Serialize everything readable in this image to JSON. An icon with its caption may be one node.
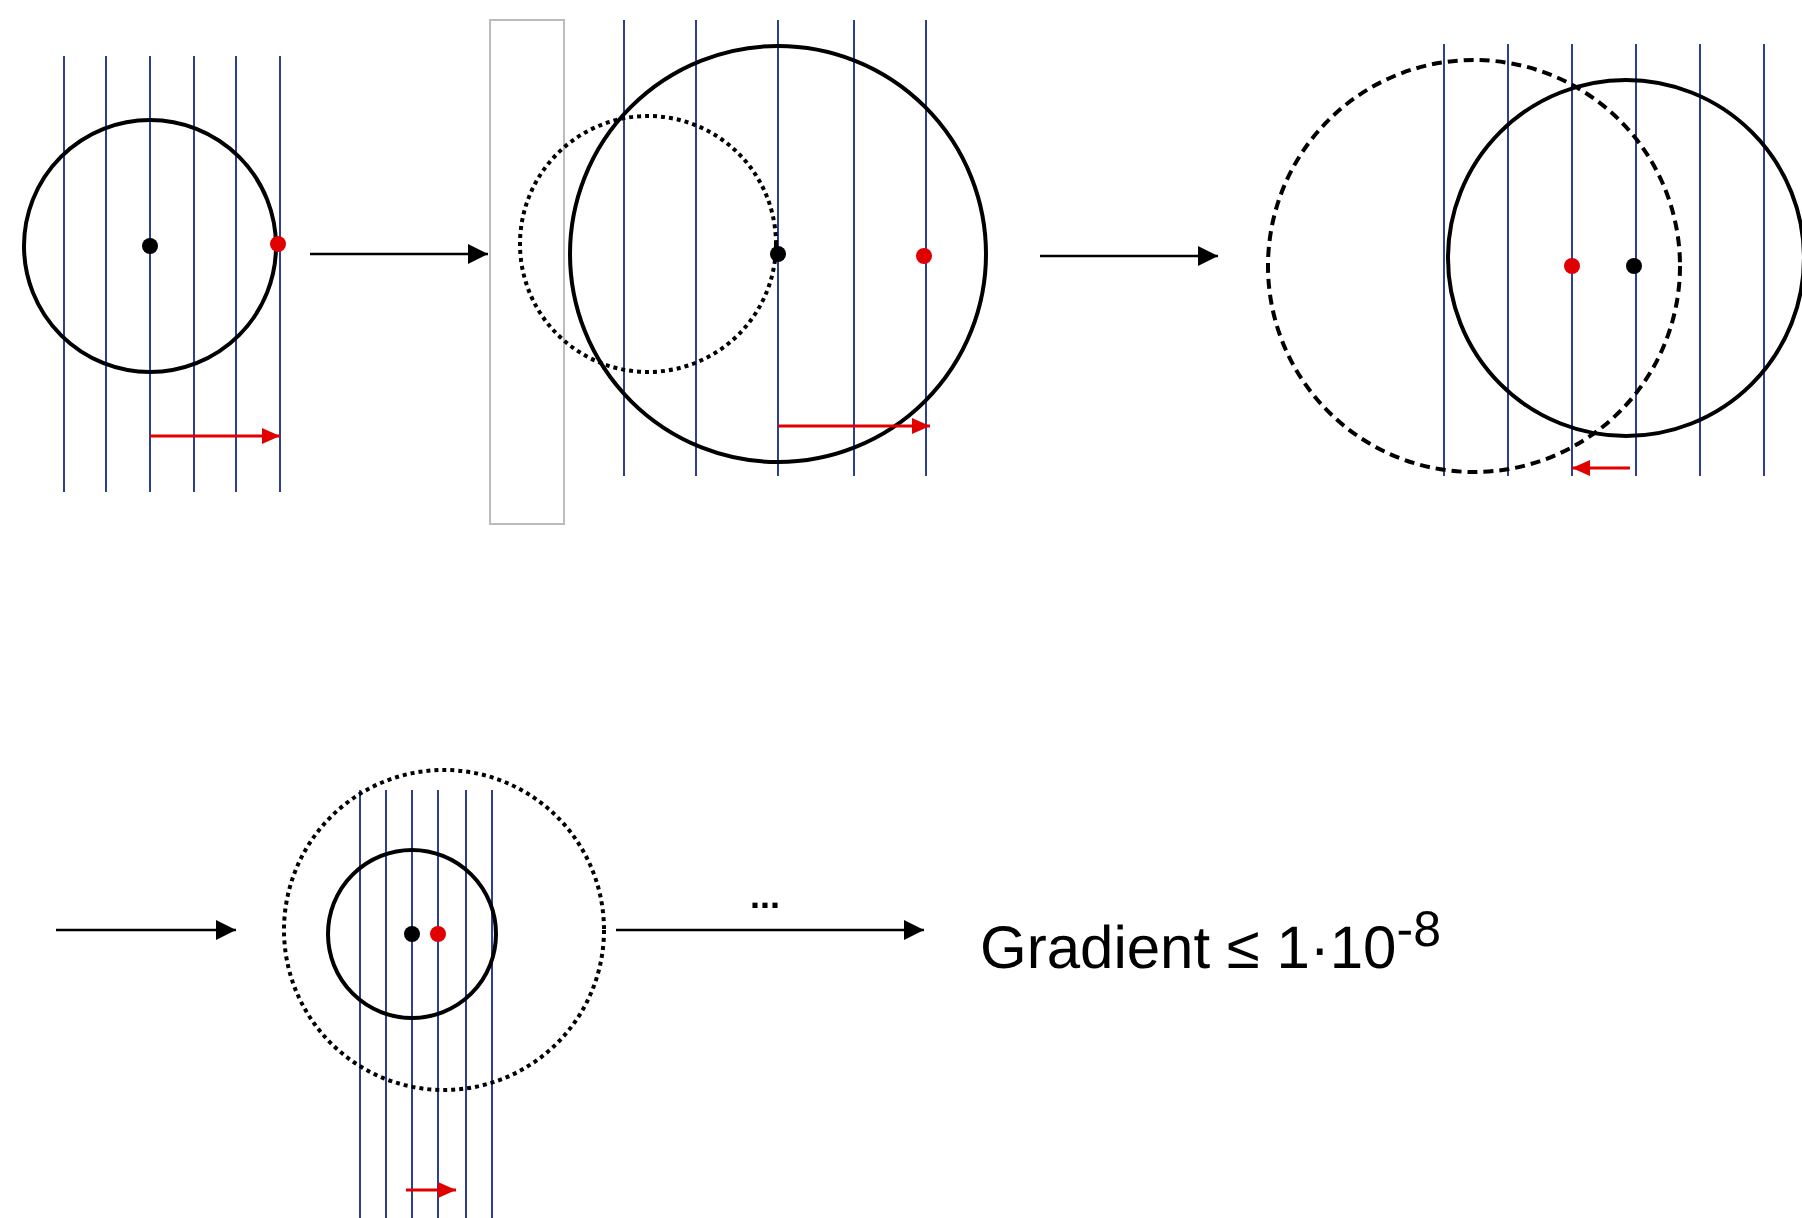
{
  "diagram": {
    "nodes": [
      {
        "text": [],
        "shape": "picture"
      },
      {
        "text": [],
        "shape": "picture"
      },
      {
        "text": [],
        "shape": "picture"
      },
      {
        "text": [],
        "shape": "picture"
      },
      {
        "text": [
          "Gradient ≤ 1·10$^{-8}$"
        ]
      }
    ],
    "edges": [
      {
        "from": 0,
        "to": 1,
        "arrow": "to"
      },
      {
        "from": 1,
        "to": 2,
        "arrow": "to"
      },
      {
        "from": null,
        "to": 3,
        "arrow": "to"
      },
      {
        "from": 3,
        "to": 4,
        "arrow": "to",
        "label": "..."
      }
    ]
  }
}
